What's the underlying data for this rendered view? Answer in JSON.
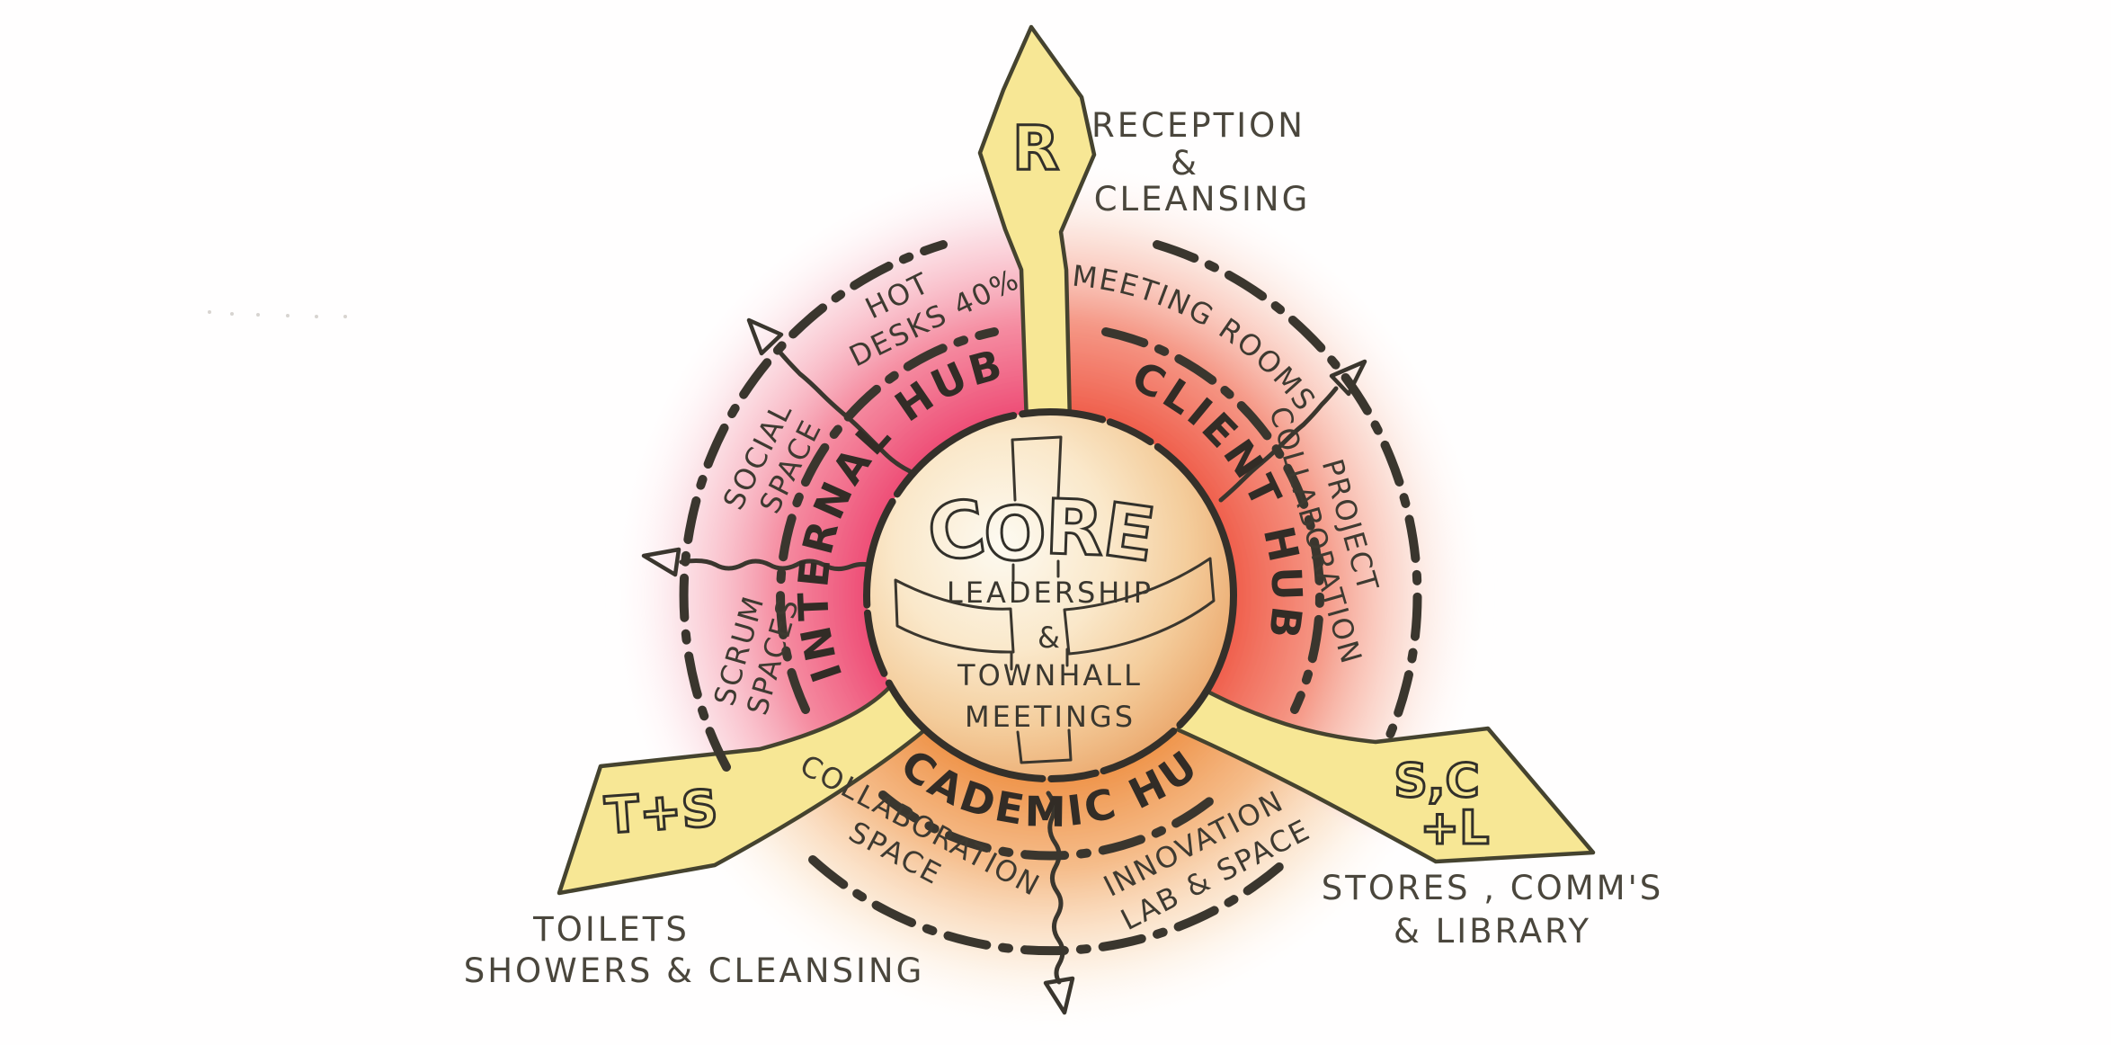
{
  "palette": {
    "ink": "#35312a",
    "hand_text": "#4a463c",
    "pink": "#ed406d",
    "pink_mid": "#f4849a",
    "pink_light": "#f9c6d0",
    "red": "#ef5340",
    "red_mid": "#f48f7c",
    "red_light": "#fad3c6",
    "orange": "#ee8c3e",
    "orange_mid": "#f4b67f",
    "orange_light": "#fbe2c6",
    "yellow": "#f7e795",
    "yellow_outline": "#45432f",
    "core_light": "#fdfaf1",
    "core_dark": "#eba86d",
    "white": "#ffffff"
  },
  "core": {
    "title": "CORE",
    "letters": [
      "C",
      "O",
      "R",
      "E"
    ],
    "lines": [
      "LEADERSHIP",
      "&",
      "TOWNHALL",
      "MEETINGS"
    ]
  },
  "hubs": {
    "internal": {
      "label": "INTERNAL HUB",
      "zones": {
        "hot_desks": {
          "line1": "HOT",
          "line2": "DESKS 40%"
        },
        "social": {
          "line1": "SOCIAL",
          "line2": "SPACE"
        },
        "scrum": {
          "line1": "SCRUM",
          "line2": "SPACES"
        }
      }
    },
    "client": {
      "label": "CLIENT HUB",
      "zones": {
        "meeting": {
          "line1": "MEETING ROOMS"
        },
        "project": {
          "line1": "PROJECT",
          "line2": "COLLABORATION"
        }
      }
    },
    "academic": {
      "label": "ACADEMIC HUB",
      "zones": {
        "collab": {
          "line1": "COLLABORATION",
          "line2": "SPACE"
        },
        "innovation": {
          "line1": "INNOVATION",
          "line2": "LAB & SPACE"
        }
      }
    }
  },
  "satellites": {
    "reception": {
      "tag": "R",
      "line1": "RECEPTION",
      "line2": "&",
      "line3": "CLEANSING"
    },
    "toilets": {
      "tag": "T+S",
      "line1": "TOILETS",
      "line2": "SHOWERS & CLEANSING"
    },
    "stores": {
      "tag_line1": "S,C",
      "tag_line2": "+L",
      "line1": "STORES , COMM'S",
      "line2": "& LIBRARY"
    }
  }
}
